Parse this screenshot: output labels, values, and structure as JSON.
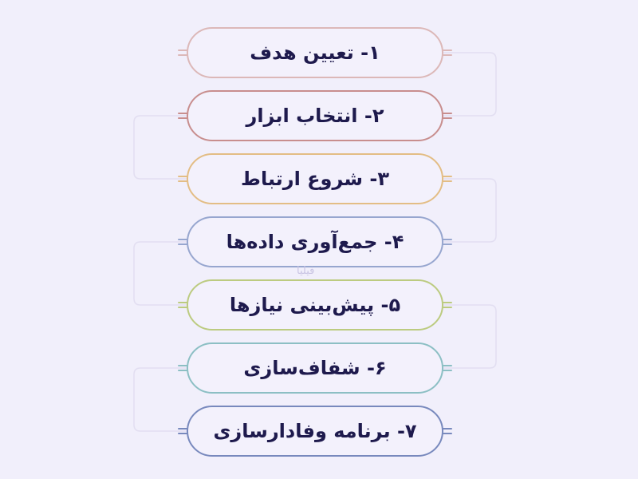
{
  "steps": [
    {
      "label": "۱- تعیین هدف",
      "color": "#dcb8b8"
    },
    {
      "label": "۲- انتخاب ابزار",
      "color": "#c88e8e"
    },
    {
      "label": "۳- شروع ارتباط",
      "color": "#e3bd85"
    },
    {
      "label": "۴- جمع‌آوری داده‌ها",
      "color": "#97a6cf"
    },
    {
      "label": "۵- پیش‌بینی نیازها",
      "color": "#bccb80"
    },
    {
      "label": "۶- شفاف‌سازی",
      "color": "#8cbfc4"
    },
    {
      "label": "۷- برنامه وفادارسازی",
      "color": "#7889bd"
    }
  ],
  "watermark": "فیلیا",
  "connector_color": "#e2def1"
}
